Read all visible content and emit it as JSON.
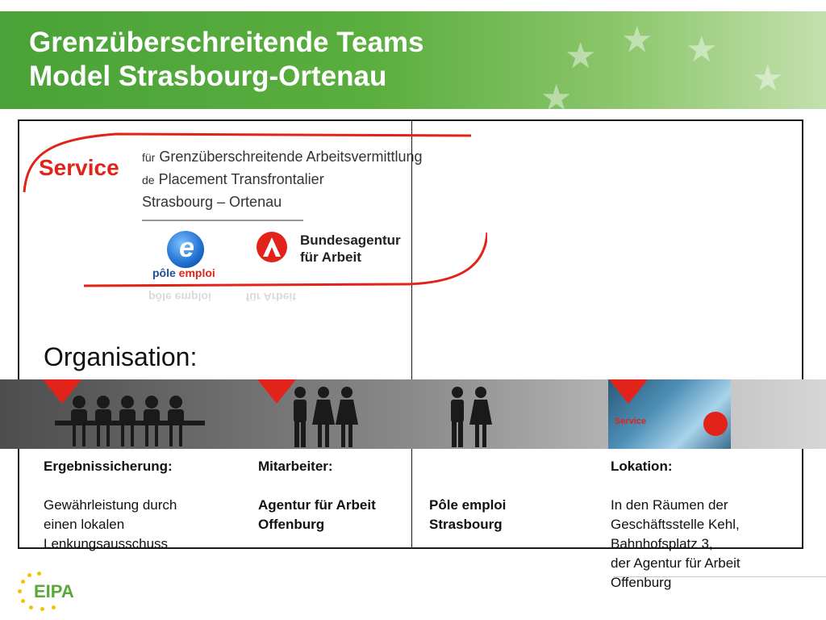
{
  "title": {
    "line1": "Grenzüberschreitende Teams",
    "line2": "Model Strasbourg-Ortenau"
  },
  "logo": {
    "service": "Service",
    "line1_prefix": "für",
    "line1": "Grenzüberschreitende Arbeitsvermittlung",
    "line2_prefix": "de",
    "line2": "Placement Transfrontalier",
    "line3": "Strasbourg – Ortenau",
    "pole_emploi_part1": "pôle",
    "pole_emploi_part2": "emploi",
    "ba_line1": "Bundesagentur",
    "ba_line2": "für Arbeit"
  },
  "organisation_heading": "Organisation:",
  "captions": {
    "col1_title": "Ergebnissicherung:",
    "col1_line1": "Gewährleistung durch",
    "col1_line2": "einen lokalen",
    "col1_line3": "Lenkungsausschuss",
    "col2_title": "Mitarbeiter:",
    "col2_line1": "Agentur für Arbeit",
    "col2_line2": "Offenburg",
    "col3_line1": "Pôle emploi",
    "col3_line2": "Strasbourg",
    "col4_title": "Lokation:",
    "col4_line1": "In den Räumen der",
    "col4_line2": "Geschäftsstelle Kehl,",
    "col4_line3": "Bahnhofsplatz 3,",
    "col4_line4": "der Agentur für Arbeit",
    "col4_line5": "Offenburg"
  },
  "photo_text": "Service",
  "footer_logo": "EIPA",
  "colors": {
    "banner_green": "#5aae3e",
    "accent_red": "#e2231a",
    "pole_blue": "#1f6fd0"
  }
}
